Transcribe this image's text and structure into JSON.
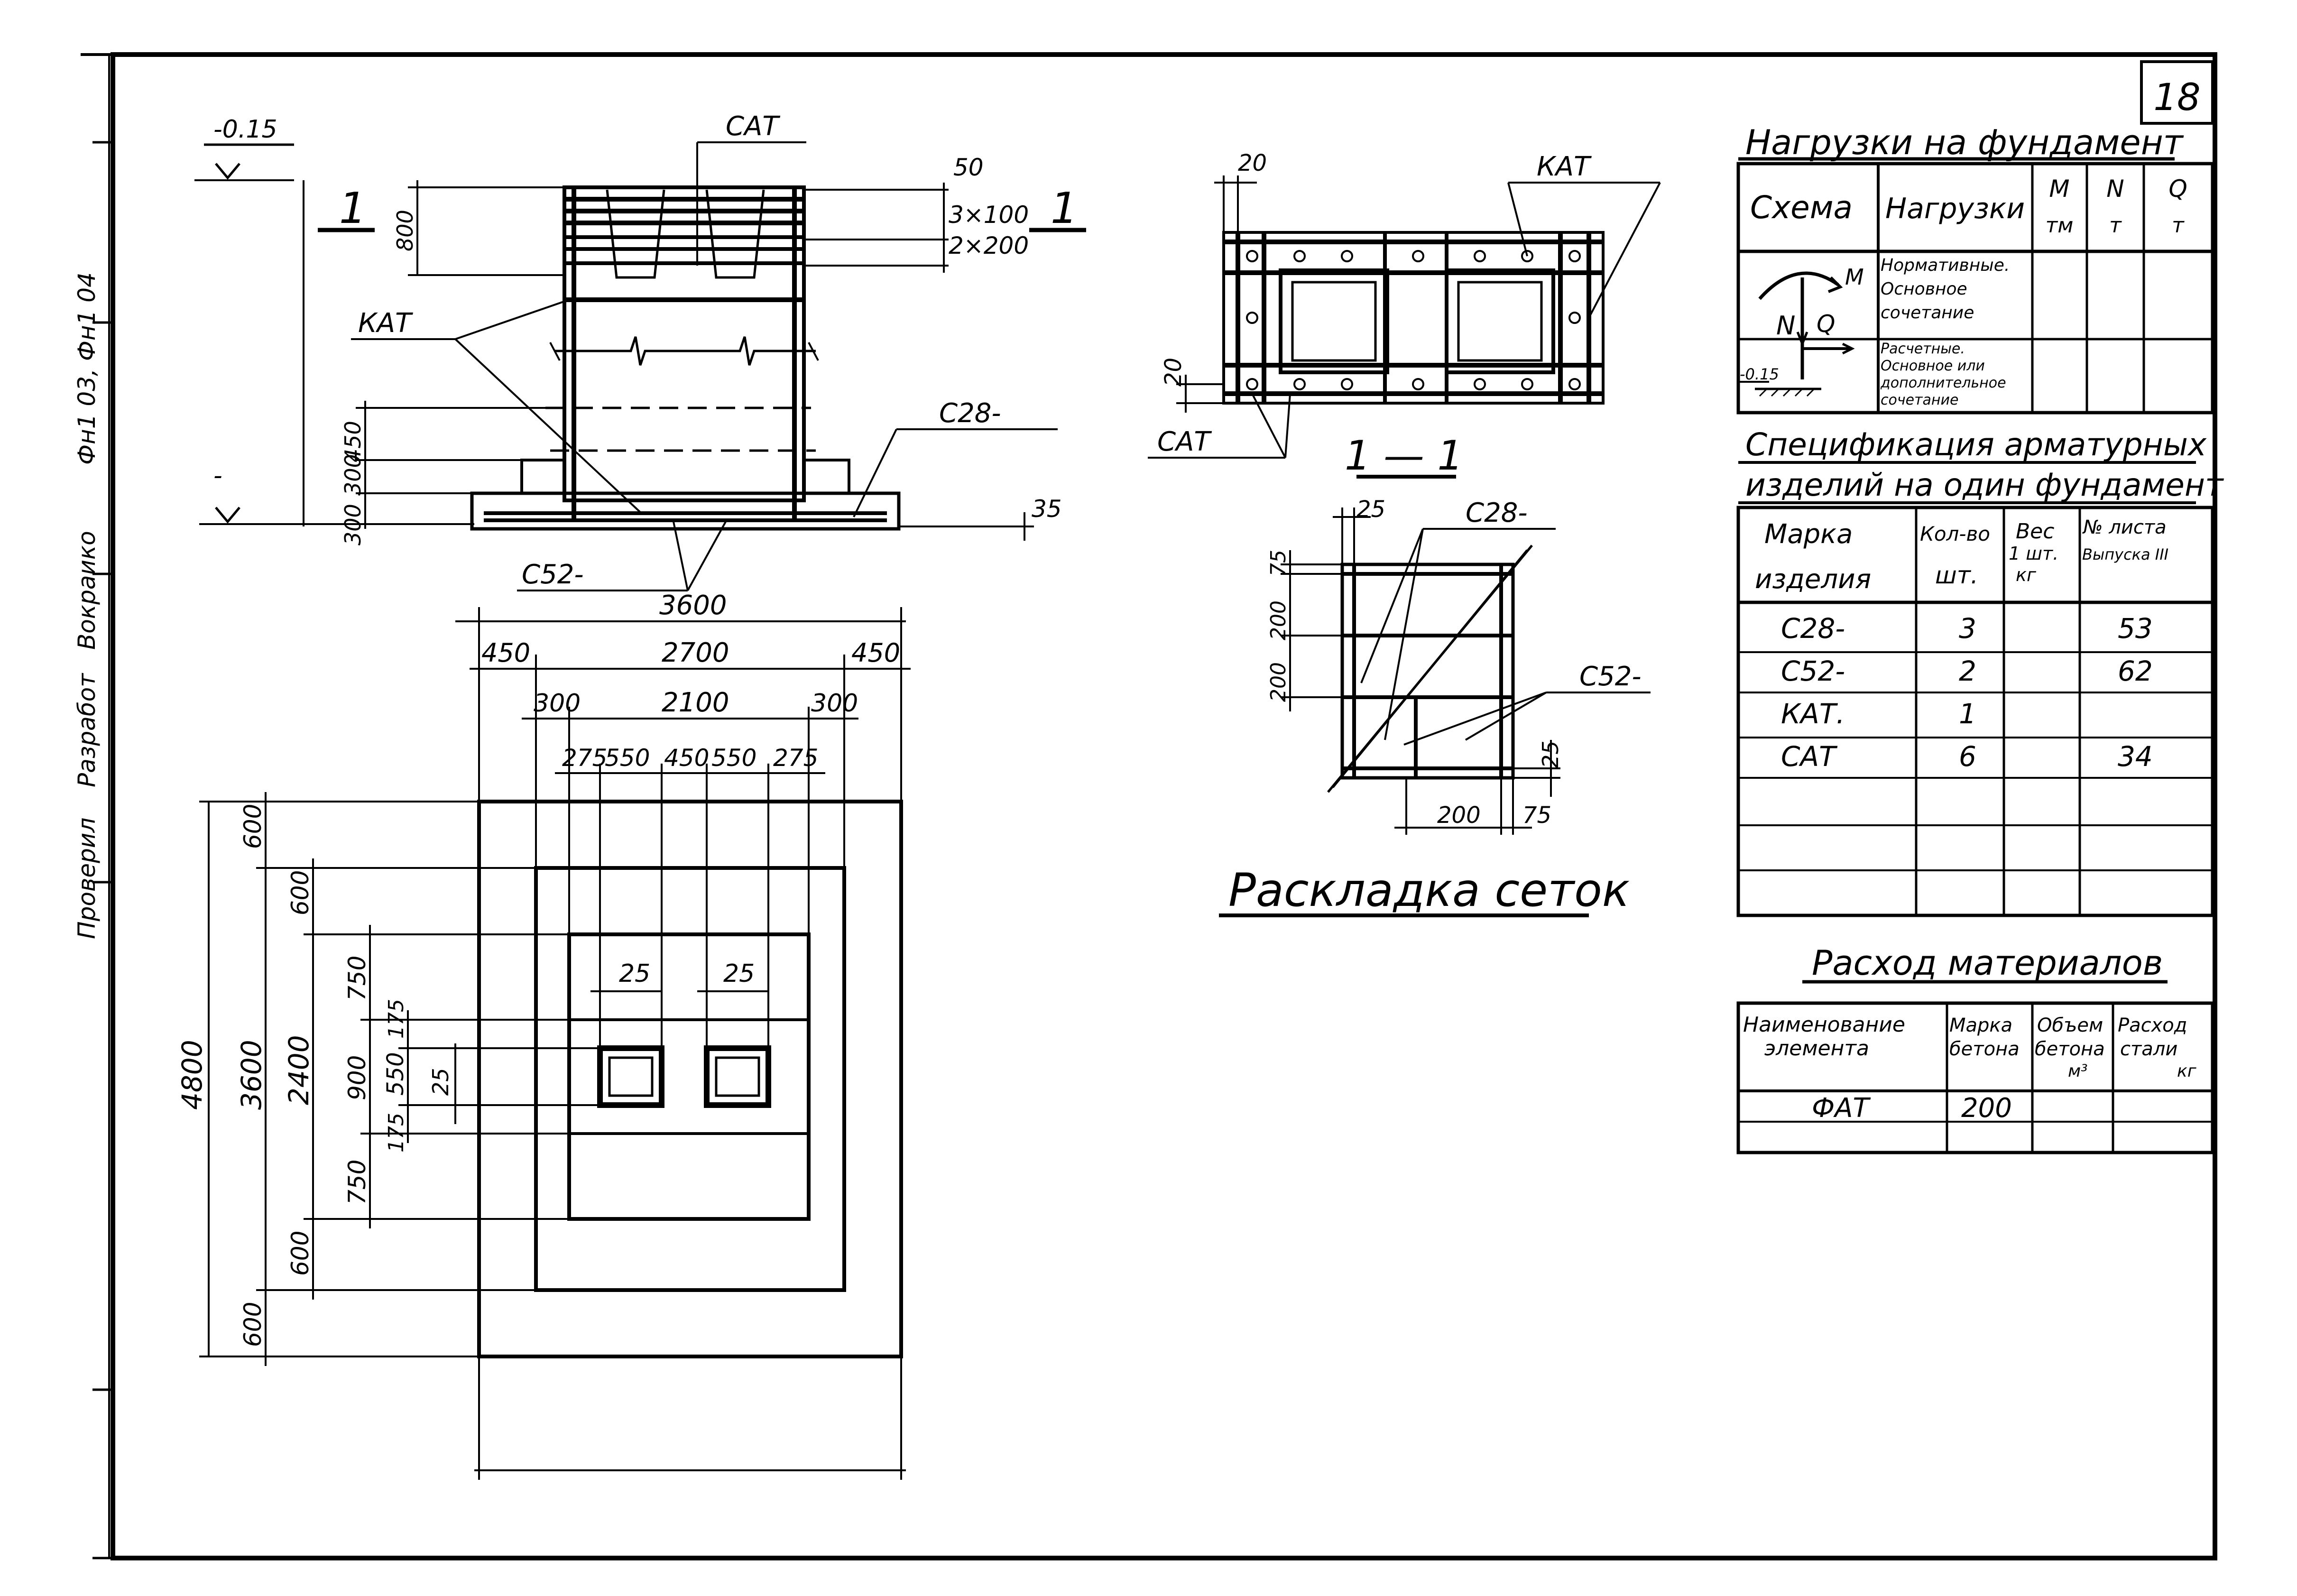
{
  "sheet": {
    "number": "18",
    "side_stamp": {
      "checked": "Проверил",
      "drafted": "Разработ",
      "name": "Вокраико",
      "designation": "Фн1 03, Фн1 04"
    }
  },
  "elevation": {
    "levels": {
      "top": "-0.15",
      "bottom": "-"
    },
    "section_mark": "1",
    "labels": {
      "sat": "САТ",
      "kat": "КАТ",
      "c28": "С28-",
      "c52": "С52-"
    },
    "dims": {
      "d800": "800",
      "d50": "50",
      "d3x100": "3×100",
      "d2x200": "2×200",
      "d450": "450",
      "d300a": "300",
      "d300b": "300",
      "d35": "35"
    }
  },
  "plan": {
    "dims": {
      "overall": "3600",
      "step": "2700",
      "step_side": "450",
      "column": "2100",
      "column_side": "300",
      "opening": "550",
      "opening_between": "450",
      "opening_edge": "275",
      "wall": "25",
      "v_overall": "4800",
      "v_step": "3600",
      "v_column": "2400",
      "v_edge": "600",
      "v_part_a": "750",
      "v_part_b": "900",
      "v_opening": "550",
      "v_opening_edge": "175"
    }
  },
  "mesh": {
    "title": "1 — 1",
    "labels": {
      "kat": "КАТ",
      "sat": "САТ"
    },
    "dims": {
      "d20": "20"
    }
  },
  "layout": {
    "title": "Раскладка сеток",
    "labels": {
      "c28": "С28-",
      "c52": "С52-"
    },
    "dims": {
      "d25": "25",
      "d75": "75",
      "d200": "200"
    }
  },
  "loads": {
    "title": "Нагрузки на фундамент",
    "headers": {
      "scheme": "Схема",
      "loads": "Нагрузки",
      "m": "M",
      "m_unit": "тм",
      "n": "N",
      "n_unit": "т",
      "q": "Q",
      "q_unit": "т"
    },
    "rows": [
      {
        "text": "Нормативные. Основное сочетание"
      },
      {
        "text": "Расчетные. Основное или дополнительное сочетание"
      }
    ],
    "scheme_level": "-0.15",
    "scheme_letters": {
      "n": "N",
      "q": "Q",
      "m": "M"
    }
  },
  "spec": {
    "title_line1": "Спецификация арматурных",
    "title_line2": "изделий на один фундамент",
    "headers": {
      "mark_1": "Марка",
      "mark_2": "изделия",
      "qty_1": "Кол-во",
      "qty_2": "шт.",
      "weight_1": "Вес",
      "weight_2": "1 шт.",
      "weight_3": "кг",
      "sheet_1": "№ листа",
      "sheet_2": "Выпуска III"
    },
    "rows": [
      {
        "mark": "С28-",
        "qty": "3",
        "weight": "",
        "sheet": "53"
      },
      {
        "mark": "С52-",
        "qty": "2",
        "weight": "",
        "sheet": "62"
      },
      {
        "mark": "КАТ.",
        "qty": "1",
        "weight": "",
        "sheet": ""
      },
      {
        "mark": "САТ",
        "qty": "6",
        "weight": "",
        "sheet": "34"
      }
    ]
  },
  "materials": {
    "title": "Расход материалов",
    "headers": {
      "name_1": "Наименование",
      "name_2": "элемента",
      "grade_1": "Марка",
      "grade_2": "бетона",
      "volume_1": "Объем",
      "volume_2": "бетона",
      "volume_3": "м³",
      "steel_1": "Расход",
      "steel_2": "стали",
      "steel_3": "кг"
    },
    "rows": [
      {
        "name": "ФАТ",
        "grade": "200",
        "volume": "",
        "steel": ""
      }
    ]
  },
  "colors": {
    "ink": "#000000",
    "paper": "#ffffff"
  }
}
